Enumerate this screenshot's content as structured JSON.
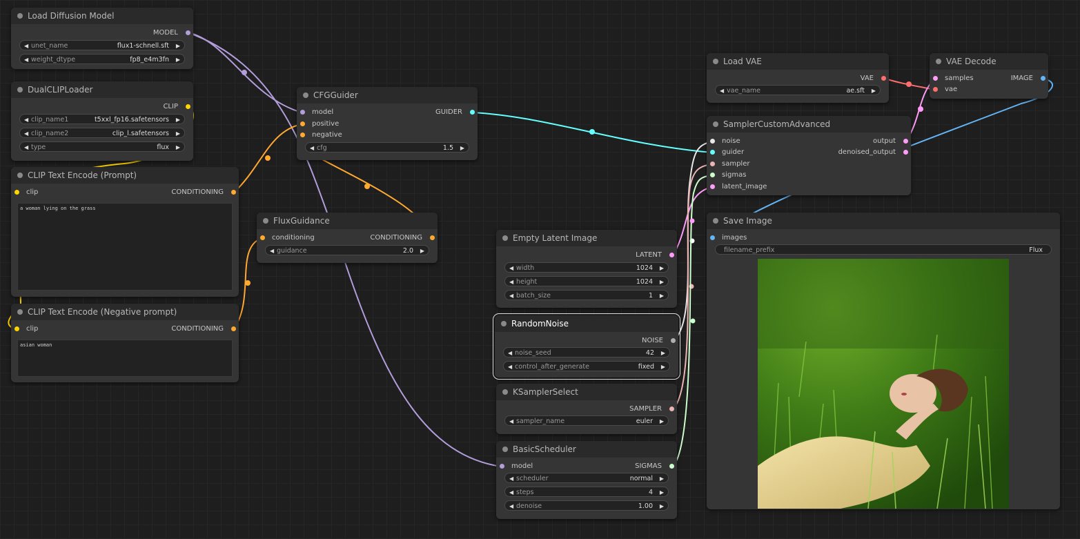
{
  "colors": {
    "model": "#b39ddb",
    "clip": "#ffd500",
    "conditioning": "#ffa931",
    "vae": "#ff6e6e",
    "latent": "#ff9cf9",
    "image": "#64b5f6",
    "guider": "#66ffff",
    "noise": "#b0b0b0",
    "sampler": "#ecb4b4",
    "sigmas": "#cdffcd"
  },
  "nodes": {
    "load_diffusion_model": {
      "title": "Load Diffusion Model",
      "output": "MODEL",
      "unet_name_label": "unet_name",
      "unet_name_value": "flux1-schnell.sft",
      "weight_dtype_label": "weight_dtype",
      "weight_dtype_value": "fp8_e4m3fn"
    },
    "dual_clip_loader": {
      "title": "DualCLIPLoader",
      "output": "CLIP",
      "clip_name1_label": "clip_name1",
      "clip_name1_value": "t5xxl_fp16.safetensors",
      "clip_name2_label": "clip_name2",
      "clip_name2_value": "clip_l.safetensors",
      "type_label": "type",
      "type_value": "flux"
    },
    "clip_text_encode_pos": {
      "title": "CLIP Text Encode (Prompt)",
      "input": "clip",
      "output": "CONDITIONING",
      "text": "a woman lying on the grass"
    },
    "clip_text_encode_neg": {
      "title": "CLIP Text Encode (Negative prompt)",
      "input": "clip",
      "output": "CONDITIONING",
      "text": "asian woman"
    },
    "cfg_guider": {
      "title": "CFGGuider",
      "inputs": [
        "model",
        "positive",
        "negative"
      ],
      "output": "GUIDER",
      "cfg_label": "cfg",
      "cfg_value": "1.5"
    },
    "flux_guidance": {
      "title": "FluxGuidance",
      "input": "conditioning",
      "output": "CONDITIONING",
      "guidance_label": "guidance",
      "guidance_value": "2.0"
    },
    "load_vae": {
      "title": "Load VAE",
      "output": "VAE",
      "vae_name_label": "vae_name",
      "vae_name_value": "ae.sft"
    },
    "vae_decode": {
      "title": "VAE Decode",
      "inputs": [
        "samples",
        "vae"
      ],
      "output": "IMAGE"
    },
    "sampler_custom_advanced": {
      "title": "SamplerCustomAdvanced",
      "inputs": [
        "noise",
        "guider",
        "sampler",
        "sigmas",
        "latent_image"
      ],
      "outputs": [
        "output",
        "denoised_output"
      ]
    },
    "save_image": {
      "title": "Save Image",
      "input": "images",
      "filename_prefix_label": "filename_prefix",
      "filename_prefix_value": "Flux"
    },
    "empty_latent_image": {
      "title": "Empty Latent Image",
      "output": "LATENT",
      "width_label": "width",
      "width_value": "1024",
      "height_label": "height",
      "height_value": "1024",
      "batch_size_label": "batch_size",
      "batch_size_value": "1"
    },
    "random_noise": {
      "title": "RandomNoise",
      "output": "NOISE",
      "noise_seed_label": "noise_seed",
      "noise_seed_value": "42",
      "control_label": "control_after_generate",
      "control_value": "fixed"
    },
    "ksampler_select": {
      "title": "KSamplerSelect",
      "output": "SAMPLER",
      "sampler_name_label": "sampler_name",
      "sampler_name_value": "euler"
    },
    "basic_scheduler": {
      "title": "BasicScheduler",
      "input": "model",
      "output": "SIGMAS",
      "scheduler_label": "scheduler",
      "scheduler_value": "normal",
      "steps_label": "steps",
      "steps_value": "4",
      "denoise_label": "denoise",
      "denoise_value": "1.00"
    }
  },
  "arrows": {
    "left": "◀",
    "right": "▶"
  }
}
